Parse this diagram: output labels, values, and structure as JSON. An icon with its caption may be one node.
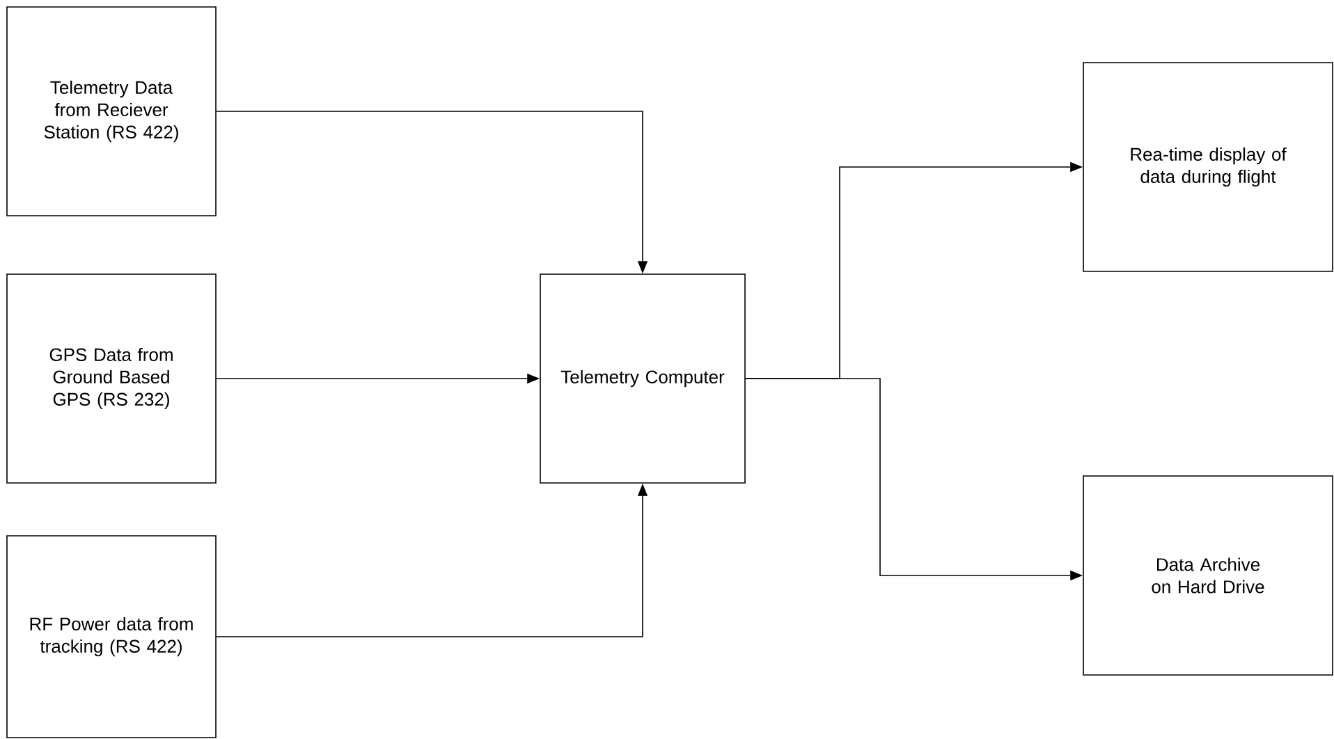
{
  "diagram": {
    "nodes": [
      {
        "text": [
          "Telemetry Data from Reciever Station (RS 422)"
        ]
      },
      {
        "text": [
          "GPS Data from Ground Based GPS (RS 232)"
        ]
      },
      {
        "text": [
          "RF Power data from tracking (RS 422)"
        ]
      },
      {
        "text": [
          "Telemetry Computer"
        ]
      },
      {
        "text": [
          "Rea-time display of data during flight"
        ]
      },
      {
        "text": [
          "Data Archive on Hard Drive"
        ]
      }
    ],
    "edges": [
      {
        "from": 0,
        "to": 3,
        "arrow": "to"
      },
      {
        "from": 1,
        "to": 3,
        "arrow": "to"
      },
      {
        "from": 2,
        "to": 3,
        "arrow": "to"
      },
      {
        "from": 3,
        "to": 4,
        "arrow": "to"
      },
      {
        "from": 3,
        "to": 5,
        "arrow": "to"
      }
    ]
  }
}
